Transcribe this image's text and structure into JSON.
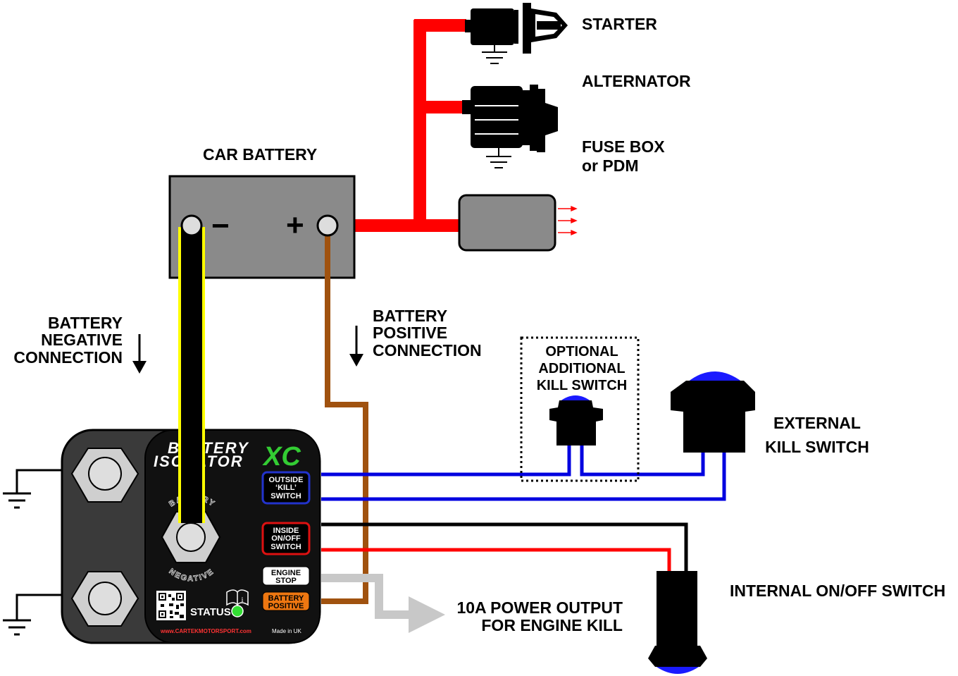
{
  "labels": {
    "starter": "STARTER",
    "alternator": "ALTERNATOR",
    "fuse_box_line1": "FUSE BOX",
    "fuse_box_line2": "or PDM",
    "car_battery": "CAR BATTERY",
    "battery_minus": "−",
    "battery_plus": "+",
    "neg_conn": [
      "BATTERY",
      "NEGATIVE",
      "CONNECTION"
    ],
    "pos_conn": [
      "BATTERY",
      "POSITIVE",
      "CONNECTION"
    ],
    "optional": [
      "OPTIONAL",
      "ADDITIONAL",
      "KILL SWITCH"
    ],
    "external": [
      "EXTERNAL",
      "KILL SWITCH"
    ],
    "internal": "INTERNAL ON/OFF SWITCH",
    "power_output": [
      "10A POWER OUTPUT",
      "FOR ENGINE KILL"
    ]
  },
  "device": {
    "brand_line1": "BATTERY",
    "brand_line2": "ISOLATOR",
    "brand_suffix": "XC",
    "terminal_arc_top": "BATTERY",
    "terminal_arc_bottom": "NEGATIVE",
    "outside_switch": [
      "OUTSIDE",
      "‘KILL’",
      "SWITCH"
    ],
    "inside_switch": [
      "INSIDE",
      "ON/OFF",
      "SWITCH"
    ],
    "engine_stop": [
      "ENGINE",
      "STOP"
    ],
    "battery_positive": [
      "BATTERY",
      "POSITIVE"
    ],
    "status": "STATUS",
    "website": "www.CARTEKMOTORSPORT.com",
    "made_in": "Made in UK"
  },
  "colors": {
    "positive_cable": "#ff0000",
    "negative_cable": "#000000",
    "negative_cable_outline": "#ffff00",
    "positive_sense_wire": "#a0520f",
    "kill_switch_wire": "#0000e0",
    "engine_kill_output": "#c8c8c8",
    "battery_body": "#8a8a8a",
    "device_body": "#3a3a3a",
    "brand_accent": "#33cc33",
    "status_led": "#33dd33",
    "outside_badge": "#2233cc",
    "inside_badge": "#dd1111",
    "battery_positive_badge": "#ee7711",
    "switch_cap": "#1a1aff"
  },
  "icons": [
    "ground-symbol-icon",
    "arrow-down-icon",
    "qr-code-icon",
    "manual-book-icon",
    "status-led-icon"
  ]
}
